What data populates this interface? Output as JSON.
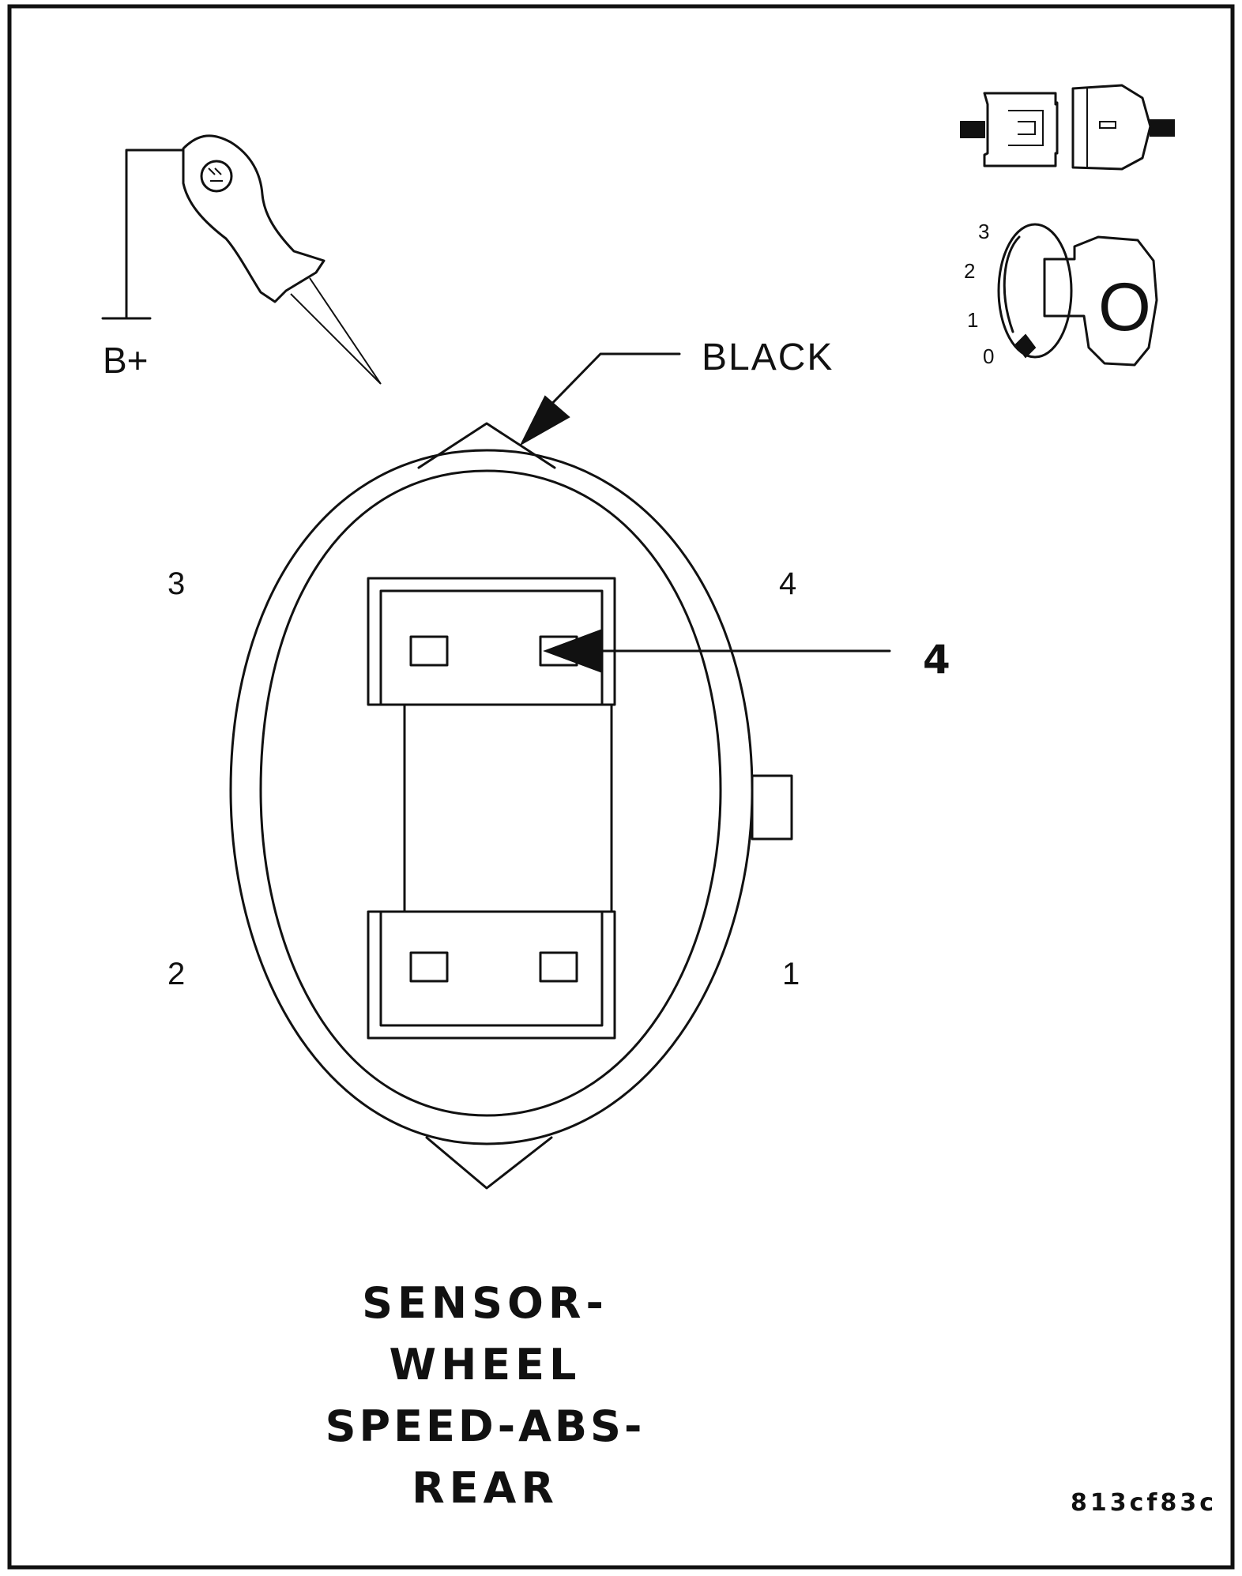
{
  "probe": {
    "supply_label": "B+"
  },
  "wire": {
    "color_label": "BLACK"
  },
  "connector": {
    "pins": {
      "pin3": "3",
      "pin4": "4",
      "pin2": "2",
      "pin1": "1"
    },
    "callout": "4"
  },
  "ignition": {
    "positions": [
      "3",
      "2",
      "1",
      "0"
    ]
  },
  "caption": {
    "lines": [
      "SENSOR-",
      "WHEEL",
      "SPEED-ABS-",
      "REAR"
    ]
  },
  "figure_id": "813cf83c"
}
